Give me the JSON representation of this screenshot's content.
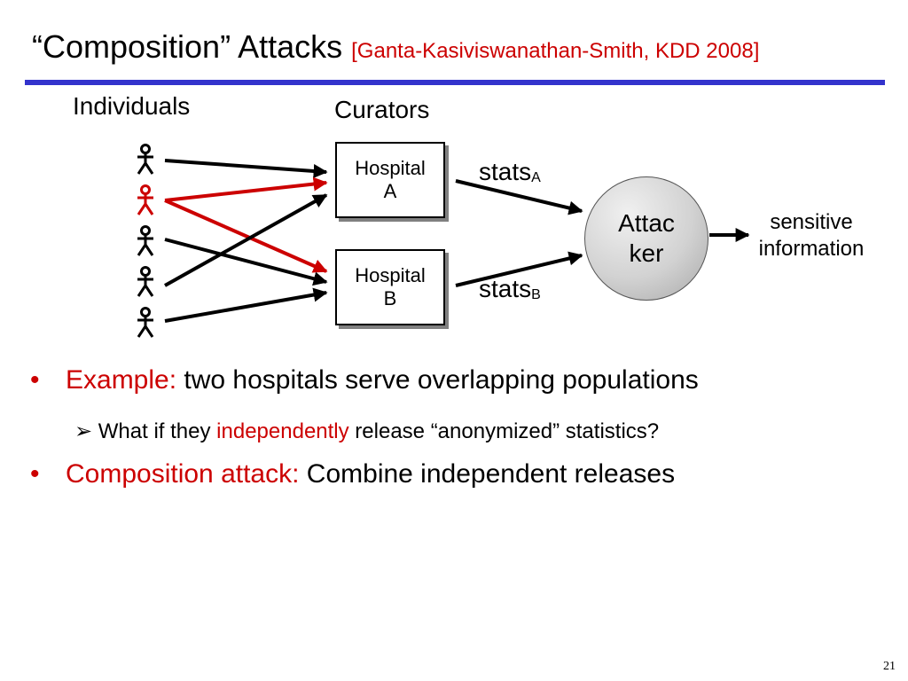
{
  "title": {
    "main": "“Composition” Attacks",
    "citation": "[Ganta-Kasiviswanathan-Smith, KDD 2008]"
  },
  "diagram": {
    "individuals_label": "Individuals",
    "curators_label": "Curators",
    "hospital_a": [
      "Hospital",
      "A"
    ],
    "hospital_b": [
      "Hospital",
      "B"
    ],
    "stats_a": {
      "text": "stats",
      "sub": "A"
    },
    "stats_b": {
      "text": "stats",
      "sub": "B"
    },
    "attacker": [
      "Attac",
      "ker"
    ],
    "output": [
      "sensitive",
      "information"
    ],
    "person_icon": "person-icon",
    "highlight_color": "#cc0000"
  },
  "bullets": [
    {
      "prefix": "Example:",
      "text": " two hospitals serve overlapping populations"
    },
    {
      "prefix": "Composition attack:",
      "text": " Combine independent releases"
    }
  ],
  "subbullet": {
    "marker": "➢",
    "before": "What if they ",
    "highlight": "independently",
    "after": " release “anonymized” statistics?"
  },
  "page_number": "21",
  "colors": {
    "accent_rule": "#3333cc",
    "highlight": "#cc0000"
  }
}
